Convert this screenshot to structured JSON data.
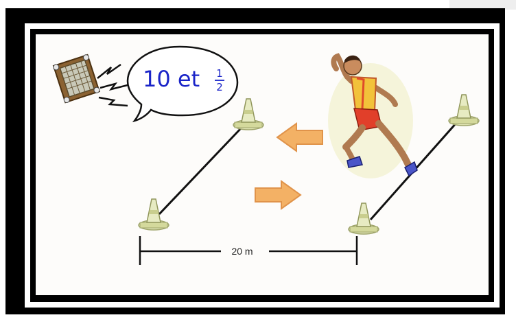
{
  "speech": {
    "text": "10 et",
    "fraction_num": "1",
    "fraction_den": "2"
  },
  "distance": {
    "label": "20 m"
  },
  "icons": [
    "speaker-icon",
    "cone-icon",
    "arrow-left-icon",
    "arrow-right-icon",
    "runner-figure"
  ],
  "colors": {
    "frame": "#000000",
    "speech_text": "#1a24c8",
    "arrow": "#f0a64a",
    "cone": "#d8dca0",
    "line": "#111111"
  }
}
